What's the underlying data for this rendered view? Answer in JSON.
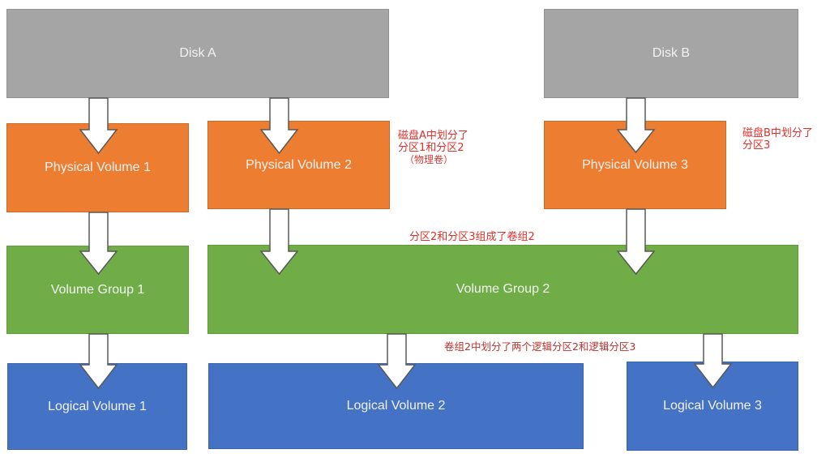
{
  "diagram": {
    "title": "LVM structure",
    "disks": [
      {
        "id": "disk-a",
        "label": "Disk A"
      },
      {
        "id": "disk-b",
        "label": "Disk B"
      }
    ],
    "physical_volumes": [
      {
        "id": "pv1",
        "label": "Physical Volume 1",
        "from": "disk-a"
      },
      {
        "id": "pv2",
        "label": "Physical Volume 2",
        "from": "disk-a"
      },
      {
        "id": "pv3",
        "label": "Physical Volume 3",
        "from": "disk-b"
      }
    ],
    "volume_groups": [
      {
        "id": "vg1",
        "label": "Volume Group 1",
        "from": [
          "pv1"
        ]
      },
      {
        "id": "vg2",
        "label": "Volume Group 2",
        "from": [
          "pv2",
          "pv3"
        ]
      }
    ],
    "logical_volumes": [
      {
        "id": "lv1",
        "label": "Logical Volume 1",
        "from": "vg1"
      },
      {
        "id": "lv2",
        "label": "Logical Volume 2",
        "from": "vg2"
      },
      {
        "id": "lv3",
        "label": "Logical Volume 3",
        "from": "vg2"
      }
    ],
    "colors": {
      "disk": "#a5a5a5",
      "physical_volume": "#ed7d31",
      "volume_group": "#70ad47",
      "logical_volume": "#4472c4",
      "annotation": "#e0302a"
    }
  },
  "annotations": {
    "disk_a_note": {
      "line1": "磁盘A中划分了",
      "line2": "分区1和分区2",
      "line3": "（物理卷）"
    },
    "disk_b_note": {
      "line1": "磁盘B中划分了",
      "line2": "分区3"
    },
    "vg2_note": "分区2和分区3组成了卷组2",
    "lv_note": "卷组2中划分了两个逻辑分区2和逻辑分区3"
  }
}
